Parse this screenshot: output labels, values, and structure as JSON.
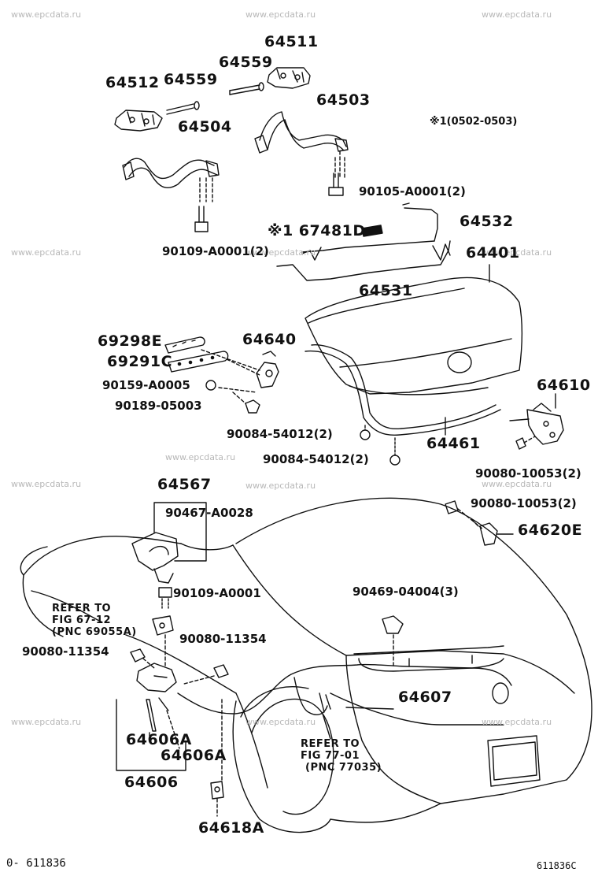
{
  "watermark": "www.epcdata.ru",
  "labels": {
    "p64511": "64511",
    "p64559a": "64559",
    "p64512": "64512",
    "p64559b": "64559",
    "p64503": "64503",
    "p64504": "64504",
    "note_range": "※1(0502-0503)",
    "p90105": "90105-A0001(2)",
    "p64532": "64532",
    "p67481": "※1 67481D",
    "p90109a": "90109-A0001(2)",
    "p64401": "64401",
    "p64531": "64531",
    "p69298": "69298E",
    "p64640": "64640",
    "p69291": "69291C",
    "p90159": "90159-A0005",
    "p90189": "90189-05003",
    "p64610": "64610",
    "p90084a": "90084-54012(2)",
    "p64461": "64461",
    "p90084b": "90084-54012(2)",
    "p90080a": "90080-10053(2)",
    "p64567": "64567",
    "p90467": "90467-A0028",
    "p90080b": "90080-10053(2)",
    "p64620": "64620E",
    "p90109b": "90109-A0001",
    "p90469": "90469-04004(3)",
    "refer1_a": "REFER TO",
    "refer1_b": "FIG 67-12",
    "refer1_c": "(PNC 69055A)",
    "p90080c": "90080-11354",
    "p90080d": "90080-11354",
    "p64607": "64607",
    "p64606a1": "64606A",
    "p64606a2": "64606A",
    "refer2_a": "REFER TO",
    "refer2_b": "FIG 77-01",
    "refer2_c": "(PNC 77035)",
    "p64606": "64606",
    "p64618": "64618A"
  },
  "footer": {
    "left": "0- 611836",
    "right": "611836C"
  }
}
